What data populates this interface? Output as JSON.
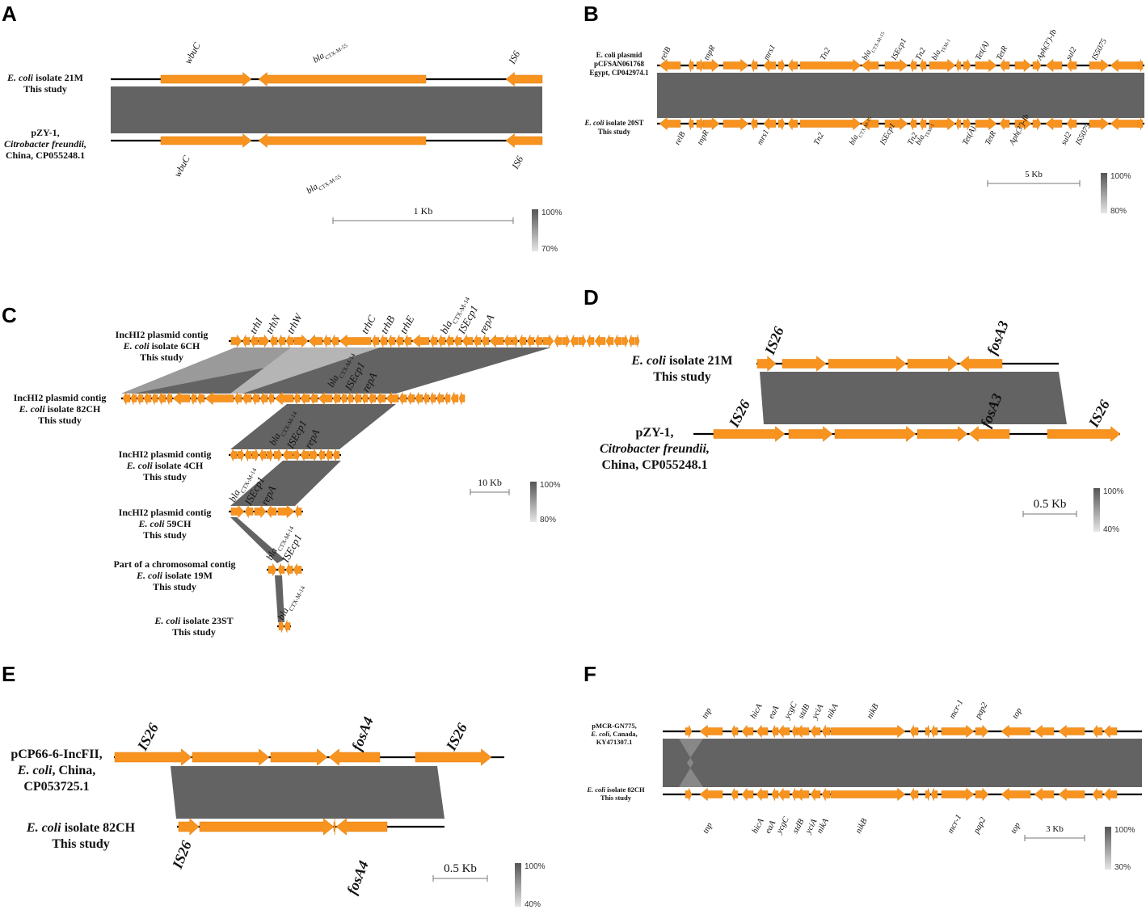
{
  "colors": {
    "gene": "#F7931E",
    "gene_edge": "#E07F10",
    "backbone": "#000000",
    "identity": "#636363",
    "identity_light": "#d8d8d8"
  },
  "panels": [
    {
      "id": "A",
      "seqs": [
        {
          "lines": [
            [
              "E. coli",
              " isolate 21M"
            ],
            [
              "This study"
            ]
          ],
          "genes": [
            "wbuC",
            "bla|CTX-M-55",
            "IS6"
          ]
        },
        {
          "lines": [
            [
              "pZY-1,"
            ],
            [
              "Citrobacter freundii,"
            ],
            [
              "China, CP055248.1"
            ]
          ],
          "genes": [
            "wbuC",
            "bla|CTX-M-55",
            "IS6"
          ]
        }
      ],
      "scale": "1 Kb",
      "legend_max": "100%",
      "legend_min": "70%"
    },
    {
      "id": "B",
      "seqs": [
        {
          "lines": [
            [
              "E. coli plasmid"
            ],
            [
              "pCFSAN061768"
            ],
            [
              "Egypt, CP042974.1"
            ]
          ],
          "genes": [
            "relB",
            "tnpR",
            "mrs1",
            "Tn2",
            "bla|CTX-M-15",
            "ISEcp1",
            "Tn2",
            "bla|TEM-1",
            "Tet(A)",
            "TetR",
            "Aph(3')-Ib",
            "sul2",
            "IS5075"
          ]
        },
        {
          "lines": [
            [
              "E. coli",
              " isolate 20ST"
            ],
            [
              "This study"
            ]
          ],
          "genes": [
            "relB",
            "tnpR",
            "mrs1",
            "Tn2",
            "bla|CTX-M-15",
            "ISEcp1",
            "Tn2",
            "bla|TEM-1",
            "Tet(A)",
            "TetR",
            "Aph(3')-Ib",
            "sul2",
            "IS5075"
          ]
        }
      ],
      "scale": "5 Kb",
      "legend_max": "100%",
      "legend_min": "80%"
    },
    {
      "id": "C",
      "seqs": [
        {
          "lines": [
            [
              "IncHI2 plasmid contig"
            ],
            [
              "E. coli",
              " isolate 6CH"
            ],
            [
              "This study"
            ]
          ],
          "genes": [
            "trhI",
            "trhN",
            "trhW",
            "trhC",
            "trhB",
            "trhE",
            "bla|CTX-M-14",
            "ISEcp1",
            "repA"
          ]
        },
        {
          "lines": [
            [
              "IncHI2 plasmid contig"
            ],
            [
              "E. coli",
              " isolate 82CH"
            ],
            [
              "This study"
            ]
          ],
          "genes": [
            "bla|CTX-M-14",
            "ISEcp1",
            "repA"
          ]
        },
        {
          "lines": [
            [
              "IncHI2 plasmid contig"
            ],
            [
              "E. coli",
              " isolate 4CH"
            ],
            [
              "This study"
            ]
          ],
          "genes": [
            "bla|CTX-M-14",
            "ISEcp1",
            "repA"
          ]
        },
        {
          "lines": [
            [
              "IncHI2 plasmid contig"
            ],
            [
              "E. coli",
              " 59CH"
            ],
            [
              "This study"
            ]
          ],
          "genes": [
            "bla|CTX-M-14",
            "ISEcp1",
            "repA"
          ]
        },
        {
          "lines": [
            [
              "Part of a chromosomal contig"
            ],
            [
              "E. coli",
              " isolate 19M"
            ],
            [
              "This study"
            ]
          ],
          "genes": [
            "bla|CTX-M-14",
            "ISEcp1"
          ]
        },
        {
          "lines": [
            [
              "E. coli",
              " isolate 23ST"
            ],
            [
              "This study"
            ]
          ],
          "genes": [
            "bla|CTX-M-14"
          ]
        }
      ],
      "scale": "10 Kb",
      "legend_max": "100%",
      "legend_min": "80%"
    },
    {
      "id": "D",
      "seqs": [
        {
          "lines": [
            [
              "E. coli",
              " isolate 21M"
            ],
            [
              "This study"
            ]
          ],
          "genes": [
            "IS26",
            "fosA3"
          ]
        },
        {
          "lines": [
            [
              "pZY-1,"
            ],
            [
              "Citrobacter freundii,"
            ],
            [
              "China, CP055248.1"
            ]
          ],
          "genes": [
            "IS26",
            "fosA3",
            "IS26"
          ]
        }
      ],
      "scale": "0.5 Kb",
      "legend_max": "100%",
      "legend_min": "40%"
    },
    {
      "id": "E",
      "seqs": [
        {
          "lines": [
            [
              "pCP66-6-IncFII,"
            ],
            [
              "E. coli",
              ", China,"
            ],
            [
              "CP053725.1"
            ]
          ],
          "genes": [
            "IS26",
            "fosA4",
            "IS26"
          ]
        },
        {
          "lines": [
            [
              "E. coli",
              " isolate 82CH"
            ],
            [
              "This study"
            ]
          ],
          "genes": [
            "IS26",
            "fosA4"
          ]
        }
      ],
      "scale": "0.5 Kb",
      "legend_max": "100%",
      "legend_min": "40%"
    },
    {
      "id": "F",
      "seqs": [
        {
          "lines": [
            [
              "pMCR-GN775,"
            ],
            [
              "E. coli",
              ", Canada,"
            ],
            [
              "KY471307.1"
            ]
          ],
          "genes": [
            "tnp",
            "hicA",
            "eaA",
            "ycgC",
            "stdB",
            "yciA",
            "nikA",
            "nikB",
            "mcr-1",
            "pap2",
            "top"
          ]
        },
        {
          "lines": [
            [
              "E. coli",
              " isolate 82CH"
            ],
            [
              "This study"
            ]
          ],
          "genes": [
            "tnp",
            "hicA",
            "eaA",
            "ycgC",
            "stdB",
            "yciA",
            "nikA",
            "nikB",
            "mcr-1",
            "pap2",
            "top"
          ]
        }
      ],
      "scale": "3 Kb",
      "legend_max": "100%",
      "legend_min": "30%"
    }
  ]
}
